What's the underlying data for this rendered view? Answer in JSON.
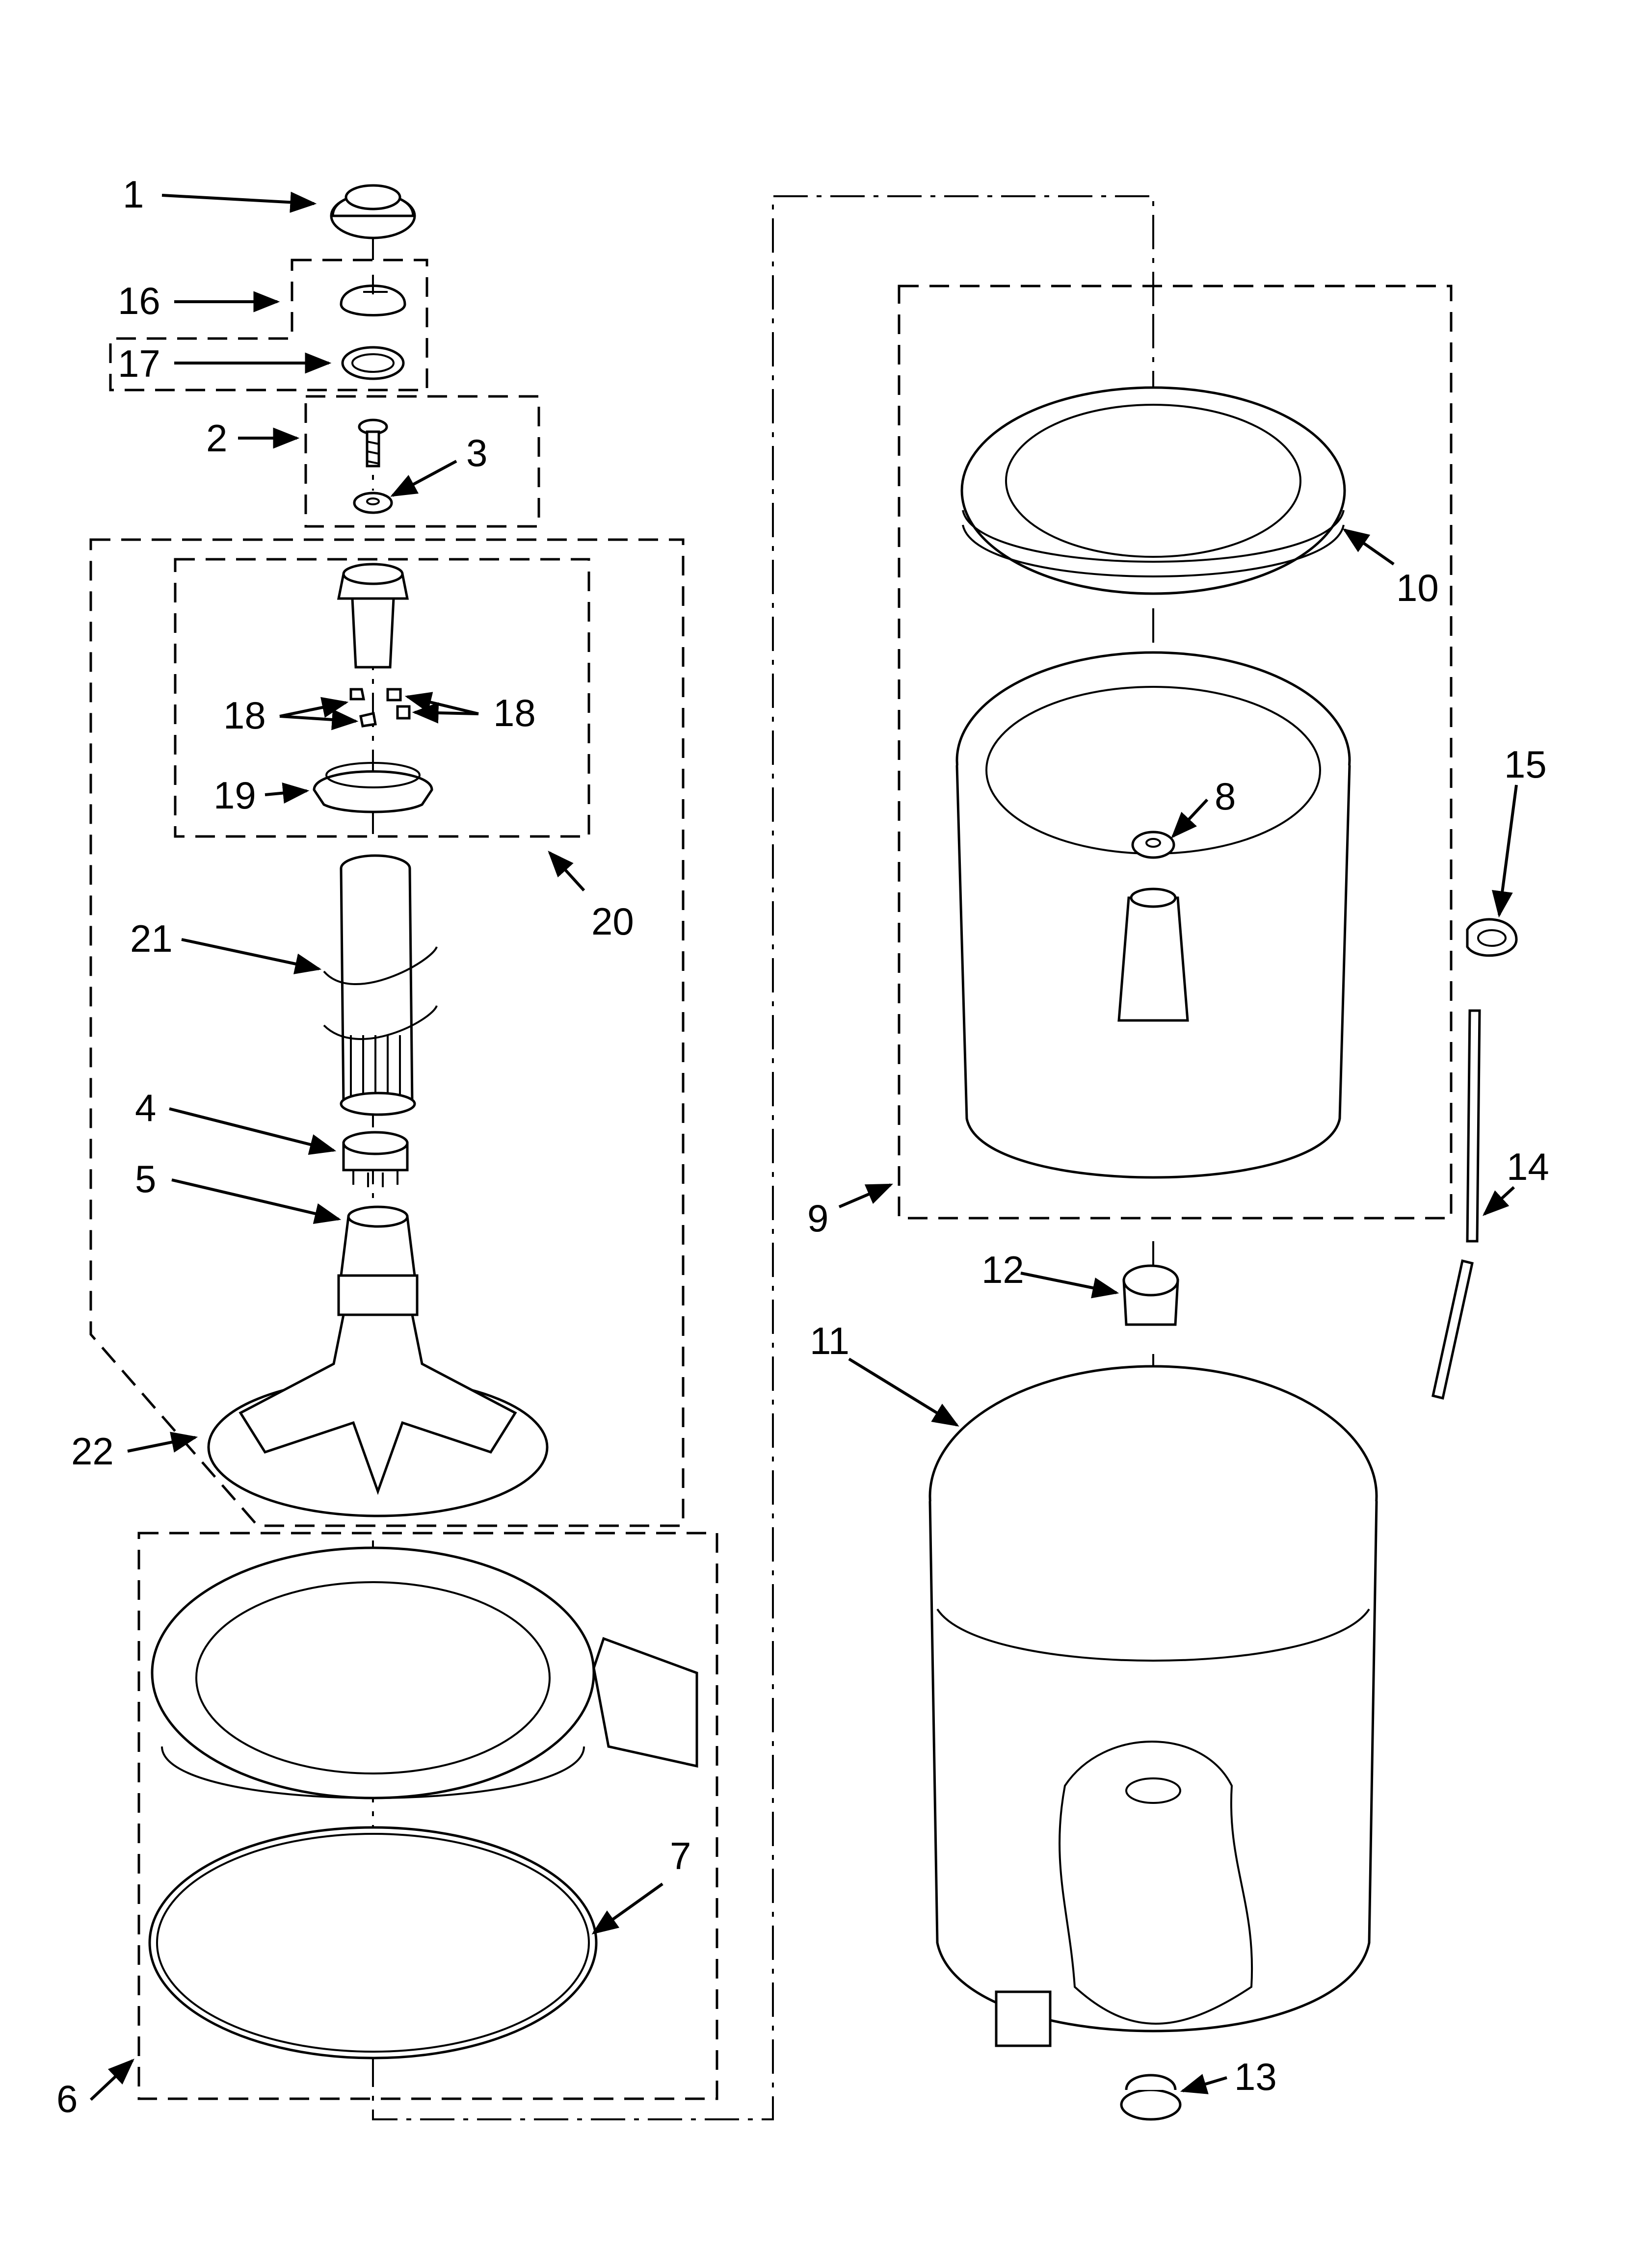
{
  "diagram": {
    "labels": [
      "1",
      "2",
      "3",
      "4",
      "5",
      "6",
      "7",
      "8",
      "9",
      "10",
      "11",
      "12",
      "13",
      "14",
      "15",
      "16",
      "17",
      "18",
      "18",
      "19",
      "20",
      "21",
      "22"
    ]
  }
}
